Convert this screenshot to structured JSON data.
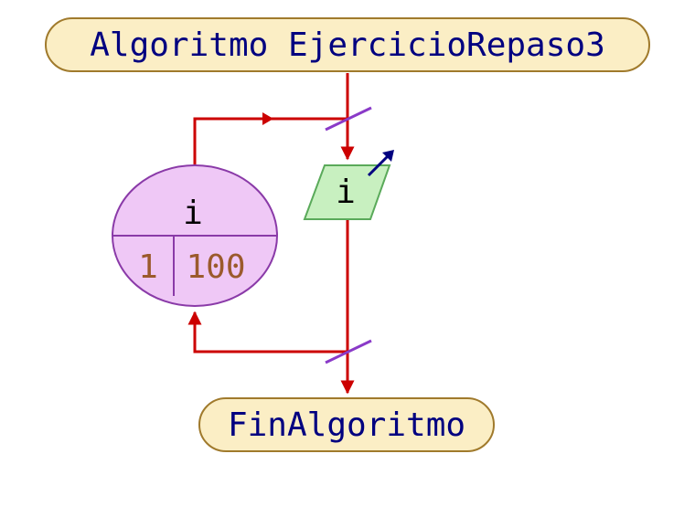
{
  "flowchart": {
    "start_label": "Algoritmo EjercicioRepaso3",
    "end_label": "FinAlgoritmo",
    "loop": {
      "variable": "i",
      "initial": "1",
      "final": "100"
    },
    "output": {
      "text": "i"
    },
    "colors": {
      "terminal_fill": "#fbeec5",
      "terminal_stroke": "#a07a2c",
      "terminal_text": "#000080",
      "arrow": "#cc0000",
      "loop_fill": "#efc8f6",
      "loop_stroke": "#8a3aa8",
      "loop_values_text": "#9b5a2c",
      "output_fill": "#c8f0c0",
      "output_stroke": "#5aaa5a",
      "output_arrow": "#000080",
      "connector_mark": "#8a3ac8"
    }
  }
}
